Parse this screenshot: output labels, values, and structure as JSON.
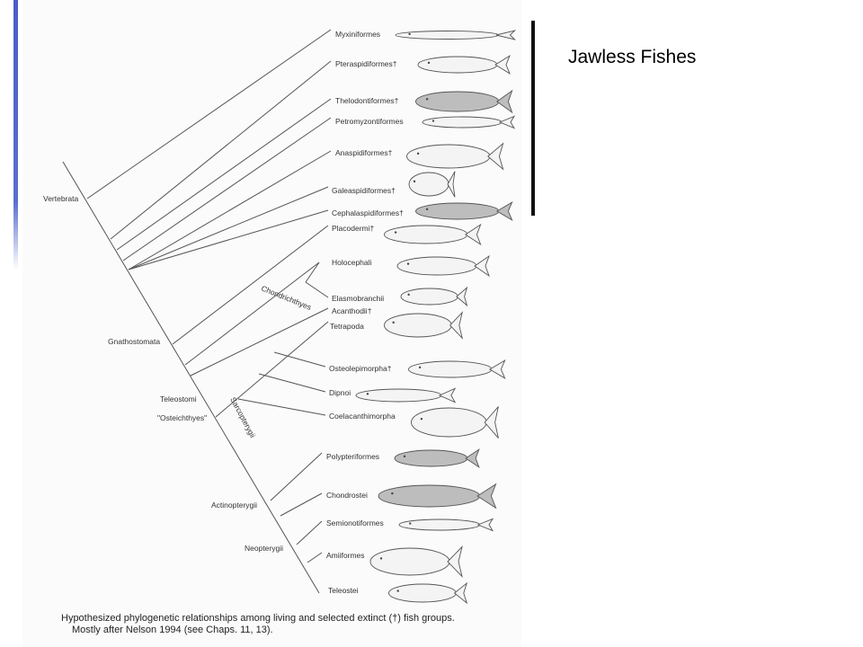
{
  "accent_color": "#4a5ec8",
  "annotation": {
    "text": "Jawless Fishes"
  },
  "figure": {
    "caption_line1": "Hypothesized phylogenetic relationships among living and selected extinct (†) fish groups.",
    "caption_line2": "Mostly after Nelson 1994 (see Chaps. 11, 13).",
    "taxa": [
      "Myxiniformes",
      "Pteraspidiformes†",
      "Thelodontiformes†",
      "Petromyzontiformes",
      "Anaspidiformes†",
      "Galeaspidiformes†",
      "Cephalaspidiformes†",
      "Placodermi†",
      "Holocephali",
      "Elasmobranchii",
      "Acanthodii†",
      "Tetrapoda",
      "Osteolepimorpha†",
      "Dipnoi",
      "Coelacanthimorpha",
      "Polypteriformes",
      "Chondrostei",
      "Semionotiformes",
      "Amiiformes",
      "Teleostei"
    ],
    "clades": {
      "vertebrata": "Vertebrata",
      "gnathostomata": "Gnathostomata",
      "chondrichthyes": "Chondrichthyes",
      "teleostomi": "Teleostomi",
      "osteichthyes": "\"Osteichthyes\"",
      "sarcopterygii": "Sarcopterygii",
      "actinopterygii": "Actinopterygii",
      "neopterygii": "Neopterygii"
    }
  }
}
